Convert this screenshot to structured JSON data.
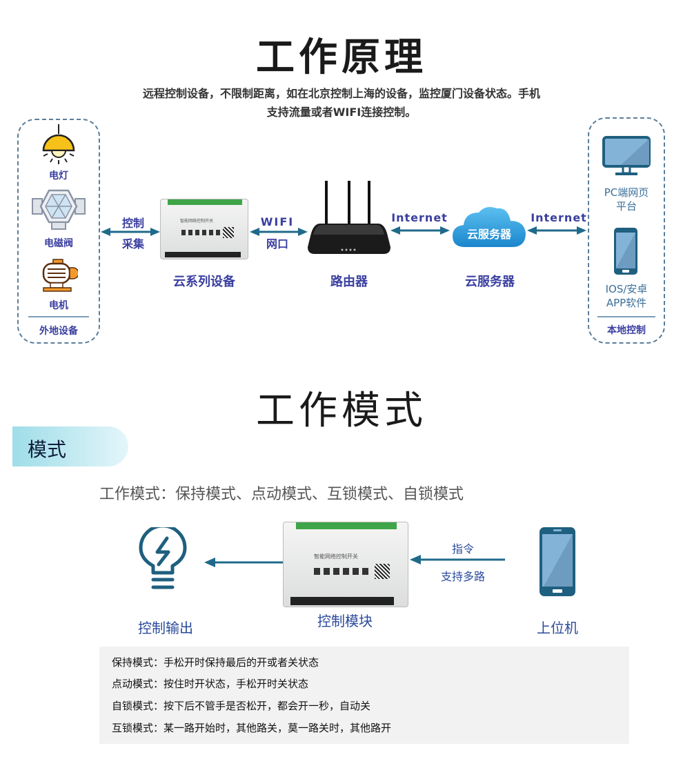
{
  "section1": {
    "title": "工作原理",
    "description_line1": "远程控制设备，不限制距离，如在北京控制上海的设备，监控厦门设备状态。手机",
    "description_line2": "支持流量或者WIFI连接控制。",
    "remote_devices": {
      "items": [
        {
          "label": "电灯",
          "icon": "pendant-lamp-icon"
        },
        {
          "label": "电磁阀",
          "icon": "solenoid-valve-icon"
        },
        {
          "label": "电机",
          "icon": "motor-icon"
        }
      ],
      "footer": "外地设备"
    },
    "link1": {
      "top": "控制",
      "bottom": "采集"
    },
    "device": {
      "label": "云系列设备",
      "panel_title": "智能网络控制开关"
    },
    "link2": {
      "top": "WIFI",
      "bottom": "网口"
    },
    "router": {
      "label": "路由器"
    },
    "link3": {
      "top": "Internet"
    },
    "cloud": {
      "inner": "云服务器",
      "label": "云服务器"
    },
    "link4": {
      "top": "Internet"
    },
    "local_control": {
      "items": [
        {
          "label_line1": "PC端网页",
          "label_line2": "平台",
          "icon": "monitor-icon"
        },
        {
          "label_line1": "IOS/安卓",
          "label_line2": "APP软件",
          "icon": "smartphone-icon"
        }
      ],
      "footer": "本地控制"
    }
  },
  "section2": {
    "title": "工作模式",
    "tab_label": "模式",
    "modes_summary": "工作模式：保持模式、点动模式、互锁模式、自锁模式",
    "output": {
      "label": "控制输出",
      "icon": "lightbulb-bolt-icon"
    },
    "module": {
      "label": "控制模块",
      "panel_title": "智能网络控制开关"
    },
    "command": {
      "top": "指令",
      "bottom": "支持多路"
    },
    "host": {
      "label": "上位机",
      "icon": "smartphone-icon"
    },
    "mode_descriptions": [
      "保持模式：手松开时保持最后的开或者关状态",
      "点动模式：按住时开状态，手松开时关状态",
      "自锁模式：按下后不管手是否松开，都会开一秒，自动关",
      "互锁模式：某一路开始时，其他路关，莫一路关时，其他路开"
    ]
  },
  "colors": {
    "accent_blue": "#3a3fa0",
    "arrow_teal": "#1f6a8a",
    "icon_teal": "#1f5f7f",
    "cloud_blue": "#2a9ad8",
    "tab_gradient_start": "#9fdde8"
  }
}
